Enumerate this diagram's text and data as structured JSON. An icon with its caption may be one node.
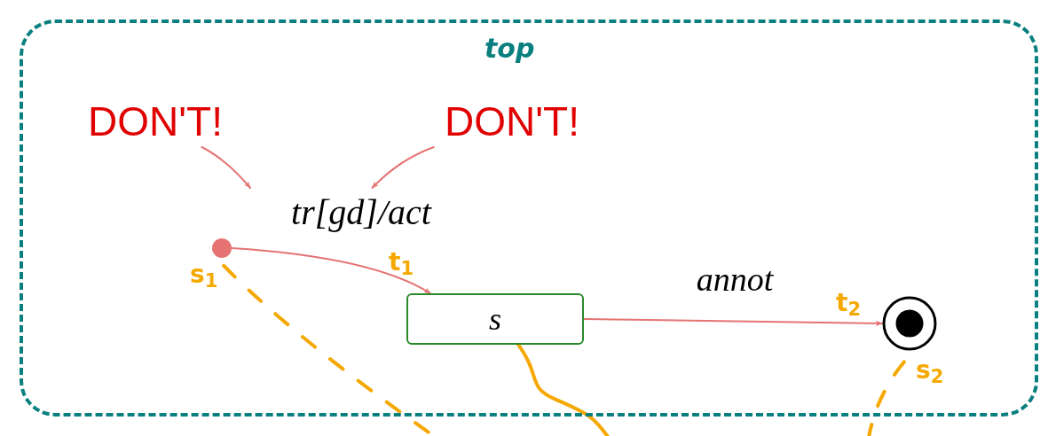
{
  "diagram": {
    "nodes": [
      {
        "text": [
          "top"
        ]
      },
      {
        "text": [
          "DON'T!"
        ],
        "in": 0
      },
      {
        "text": [
          "DON'T!"
        ],
        "in": 0
      },
      {
        "text": [
          "tr[gd]/act"
        ],
        "in": 0
      },
      {
        "text": [],
        "shape": "circle",
        "in": 0,
        "beside": [
          "s$_{1}$"
        ]
      },
      {
        "text": [
          "s"
        ],
        "in": 0
      },
      {
        "text": [],
        "shape": "circle",
        "in": 0,
        "beside": [
          "s$_{2}$"
        ]
      }
    ],
    "edges": [
      {
        "from": 1,
        "to": 3,
        "arrow": "to"
      },
      {
        "from": 2,
        "to": 3,
        "arrow": "to"
      },
      {
        "from": 4,
        "to": 5,
        "arrow": "to"
      },
      {
        "from": 5,
        "to": 6,
        "arrow": "to",
        "label": "annot"
      },
      {
        "from": 4,
        "to": null,
        "arrow": "none",
        "style": "dashed",
        "color": "#f5a800"
      },
      {
        "from": 5,
        "to": null,
        "arrow": "none",
        "style": "thick",
        "color": "#f5a800"
      },
      {
        "from": 6,
        "to": null,
        "arrow": "none",
        "style": "dashed",
        "color": "#f5a800"
      }
    ],
    "labels": [
      "t$_{1}$",
      "t$_{2}$"
    ]
  }
}
